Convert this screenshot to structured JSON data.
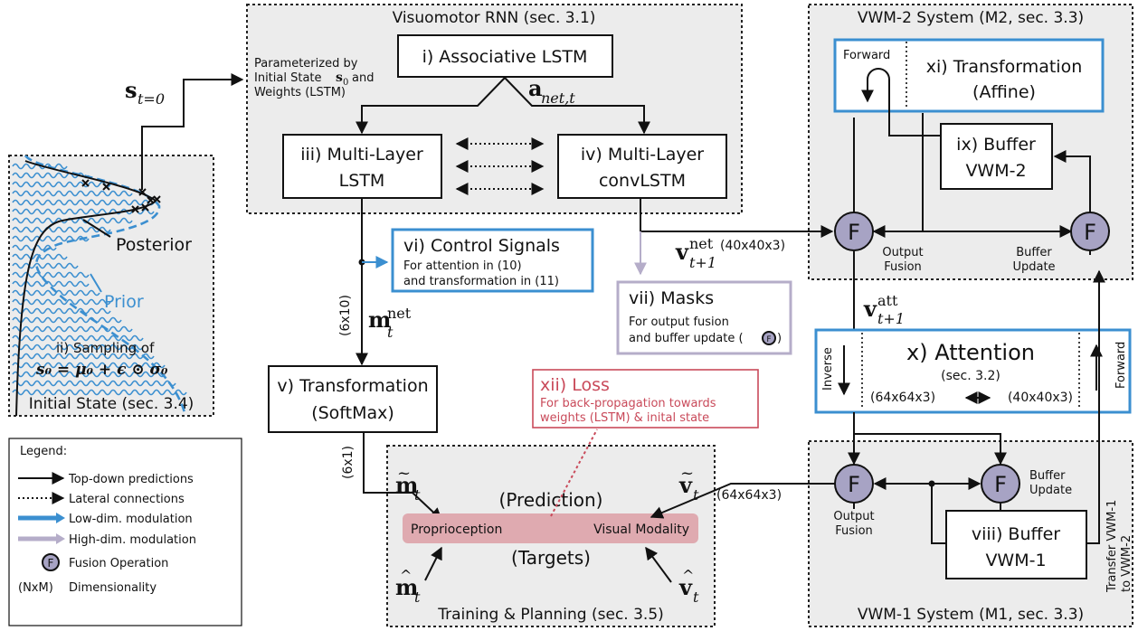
{
  "systems": {
    "visuomotor": "Visuomotor RNN (sec. 3.1)",
    "vwm2": "VWM-2 System (M2, sec. 3.3)",
    "vwm1": "VWM-1 System (M1, sec. 3.3)",
    "initial_state": "Initial State (sec. 3.4)",
    "training": "Training & Planning (sec. 3.5)"
  },
  "modules": {
    "assoc_lstm": "i) Associative LSTM",
    "multilayer_lstm": [
      "iii) Multi-Layer",
      "LSTM"
    ],
    "multilayer_convlstm": [
      "iv) Multi-Layer",
      "convLSTM"
    ],
    "transformation_softmax": [
      "v) Transformation",
      "(SoftMax)"
    ],
    "control_signals": {
      "title": "vi) Control Signals",
      "lines": [
        "For attention in (10)",
        "and transformation in (11)"
      ]
    },
    "masks": {
      "title": "vii) Masks",
      "lines": [
        "For output fusion",
        "and buffer update ("
      ]
    },
    "buffer_vwm1": [
      "viii) Buffer",
      "VWM-1"
    ],
    "buffer_vwm2": [
      "ix) Buffer",
      "VWM-2"
    ],
    "attention": {
      "title": "x) Attention",
      "sec": "(sec. 3.2)",
      "left_dim": "(64x64x3)",
      "right_dim": "(40x40x3)",
      "inverse": "Inverse",
      "forward": "Forward"
    },
    "transformation_affine": {
      "title": [
        "xi) Transformation",
        "(Affine)"
      ],
      "forward": "Forward"
    },
    "loss": {
      "title": "xii) Loss",
      "lines": [
        "For back-propagation towards",
        "weights (LSTM) & inital state"
      ]
    }
  },
  "annotations": {
    "param": [
      "Parameterized by",
      "Initial State",
      "and",
      "Weights (LSTM)"
    ],
    "s_t0": "s",
    "s_t0_sub": "t=0",
    "s0": "s",
    "s0_sub": "0",
    "a_net": "a",
    "a_net_sub": "net,t",
    "v_net_sup": "net",
    "v_net_sub": "t+1",
    "v_net_dim": "(40x40x3)",
    "v_att_sup": "att",
    "v_att_sub": "t+1",
    "m_net_sup": "net",
    "m_net_sub": "t",
    "m_dim": "(6x10)",
    "softmax_dim": "(6x1)",
    "pred_dim": "(64x64x3)",
    "posterior": "Posterior",
    "prior": "Prior",
    "sampling": "ii) Sampling of",
    "sampling_eq": "s₀ = μ₀ + ϵ ⊙ σ₀",
    "output_fusion": [
      "Output",
      "Fusion"
    ],
    "buffer_update": [
      "Buffer",
      "Update"
    ],
    "transfer": [
      "Transfer VWM-1",
      "to VWM-2"
    ],
    "prediction": "(Prediction)",
    "targets": "(Targets)",
    "proprioception": "Proprioception",
    "visual_modality": "Visual Modality",
    "m_tilde": "m",
    "v_tilde": "v",
    "m_hat": "m",
    "v_hat": "v",
    "t": "t",
    "F": "F"
  },
  "legend": {
    "title": "Legend:",
    "items": [
      "Top-down predictions",
      "Lateral connections",
      "Low-dim. modulation",
      "High-dim. modulation",
      "Fusion Operation",
      "Dimensionality"
    ],
    "dim_symbol": "(NxM)"
  },
  "colors": {
    "blue": "#3b8fd0",
    "lavender": "#b5adc9",
    "red": "#c94a5a",
    "fusion": "#a7a3c4",
    "panel": "#ececec"
  }
}
